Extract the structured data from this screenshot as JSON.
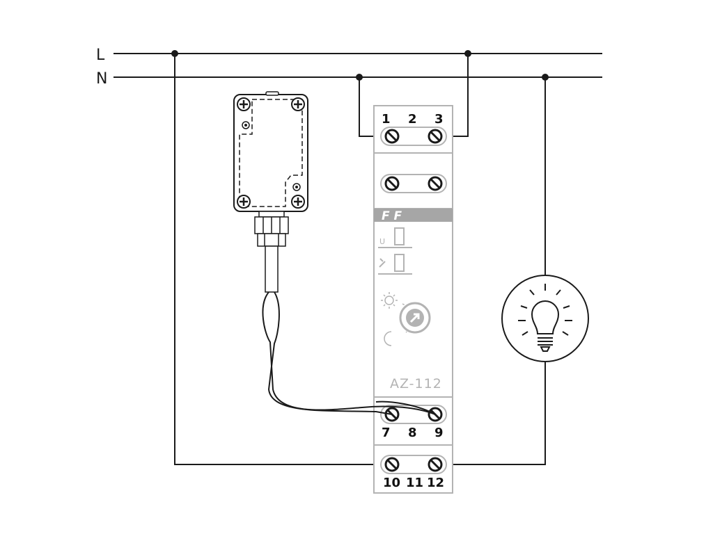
{
  "lines": {
    "l_label": "L",
    "n_label": "N"
  },
  "device": {
    "model": "AZ-112",
    "brand": "F F",
    "u_label": "U",
    "top_terminals": [
      "1",
      "2",
      "3"
    ],
    "bottom_terminals_upper": [
      "7",
      "8",
      "9"
    ],
    "bottom_terminals_lower": [
      "10",
      "11",
      "12"
    ]
  },
  "colors": {
    "wire": "#1a1a1a",
    "device_outline": "#b3b3b3",
    "brand_band": "#a6a6a6"
  }
}
